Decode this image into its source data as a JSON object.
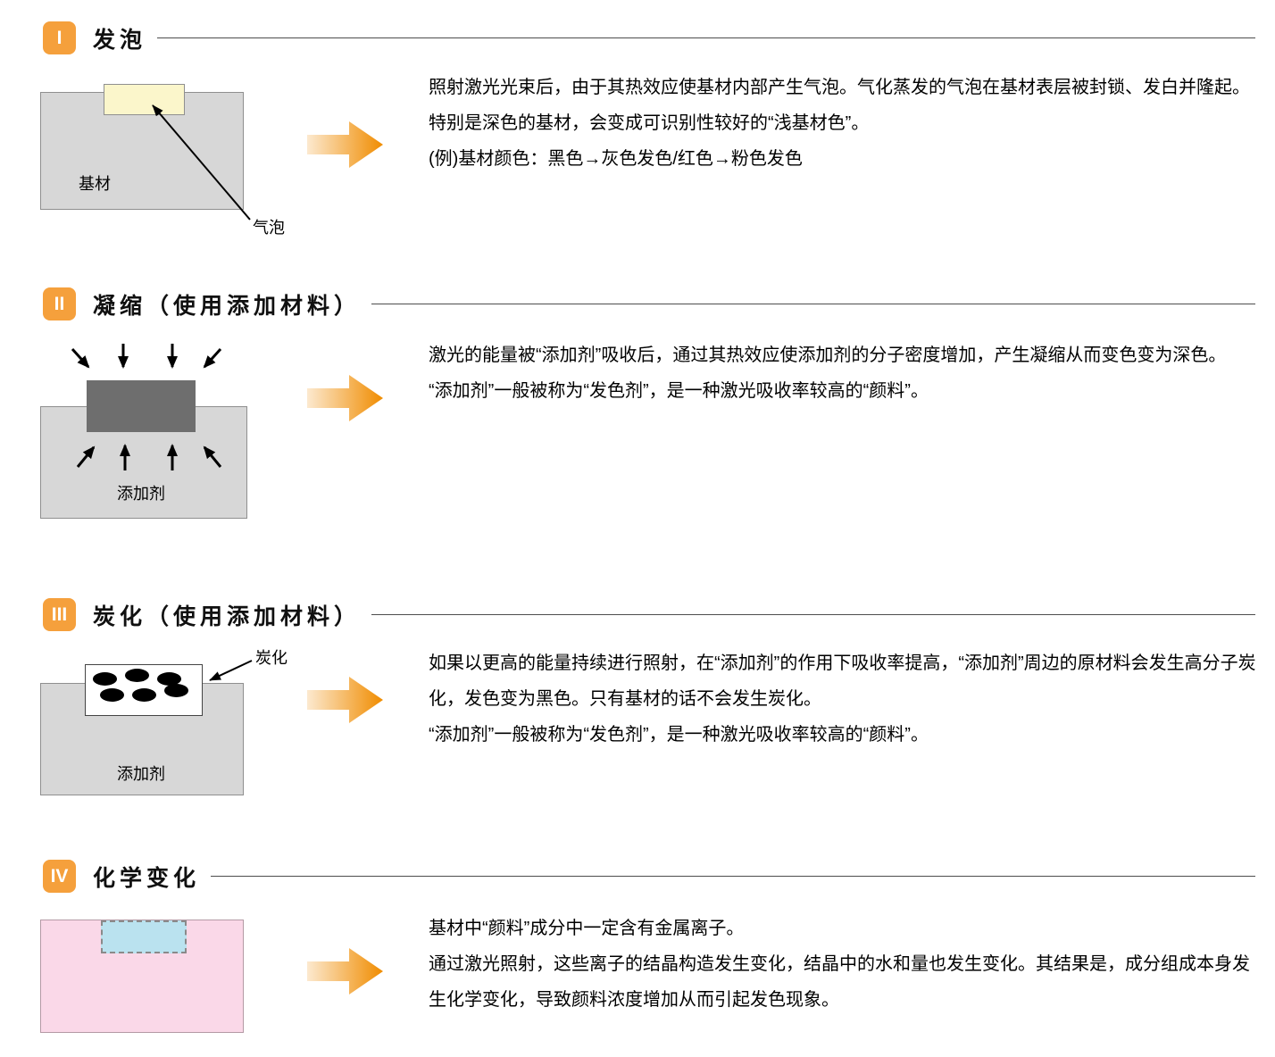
{
  "colors": {
    "badge_orange": "#F5A03C",
    "arrow_gradient_light": "#FCE9CF",
    "arrow_gradient_dark": "#F08C00",
    "substrate_gray": "#D7D7D7",
    "substrate_border": "#8F8F8F",
    "additive_dark_gray": "#6E6E6E",
    "bubble_yellow": "#FBF6CB",
    "chemical_pink": "#FAD8E8",
    "reaction_blue": "#BAE2EF"
  },
  "sections": [
    {
      "numeral": "I",
      "title": "发泡",
      "diagram": {
        "substrate_label": "基材",
        "bubble_label": "气泡"
      },
      "description": [
        "照射激光光束后，由于其热效应使基材内部产生气泡。气化蒸发的气泡在基材表层被封锁、发白并隆起。特别是深色的基材，会变成可识别性较好的“浅基材色”。",
        "(例)基材颜色：黑色→灰色发色/红色→粉色发色"
      ]
    },
    {
      "numeral": "II",
      "title": "凝缩（使用添加材料）",
      "diagram": {
        "additive_label": "添加剂"
      },
      "description": [
        "激光的能量被“添加剂”吸收后，通过其热效应使添加剂的分子密度增加，产生凝缩从而变色变为深色。",
        "“添加剂”一般被称为“发色剂”，是一种激光吸收率较高的“颜料”。"
      ]
    },
    {
      "numeral": "III",
      "title": "炭化（使用添加材料）",
      "diagram": {
        "carbonization_label": "炭化",
        "additive_label": "添加剂"
      },
      "description": [
        "如果以更高的能量持续进行照射，在“添加剂”的作用下吸收率提高，“添加剂”周边的原材料会发生高分子炭化，发色变为黑色。只有基材的话不会发生炭化。",
        "“添加剂”一般被称为“发色剂”，是一种激光吸收率较高的“颜料”。"
      ]
    },
    {
      "numeral": "IV",
      "title": "化学变化",
      "diagram": {},
      "description": [
        "基材中“颜料”成分中一定含有金属离子。",
        "通过激光照射，这些离子的结晶构造发生变化，结晶中的水和量也发生变化。其结果是，成分组成本身发生化学变化，导致颜料浓度增加从而引起发色现象。"
      ]
    }
  ]
}
